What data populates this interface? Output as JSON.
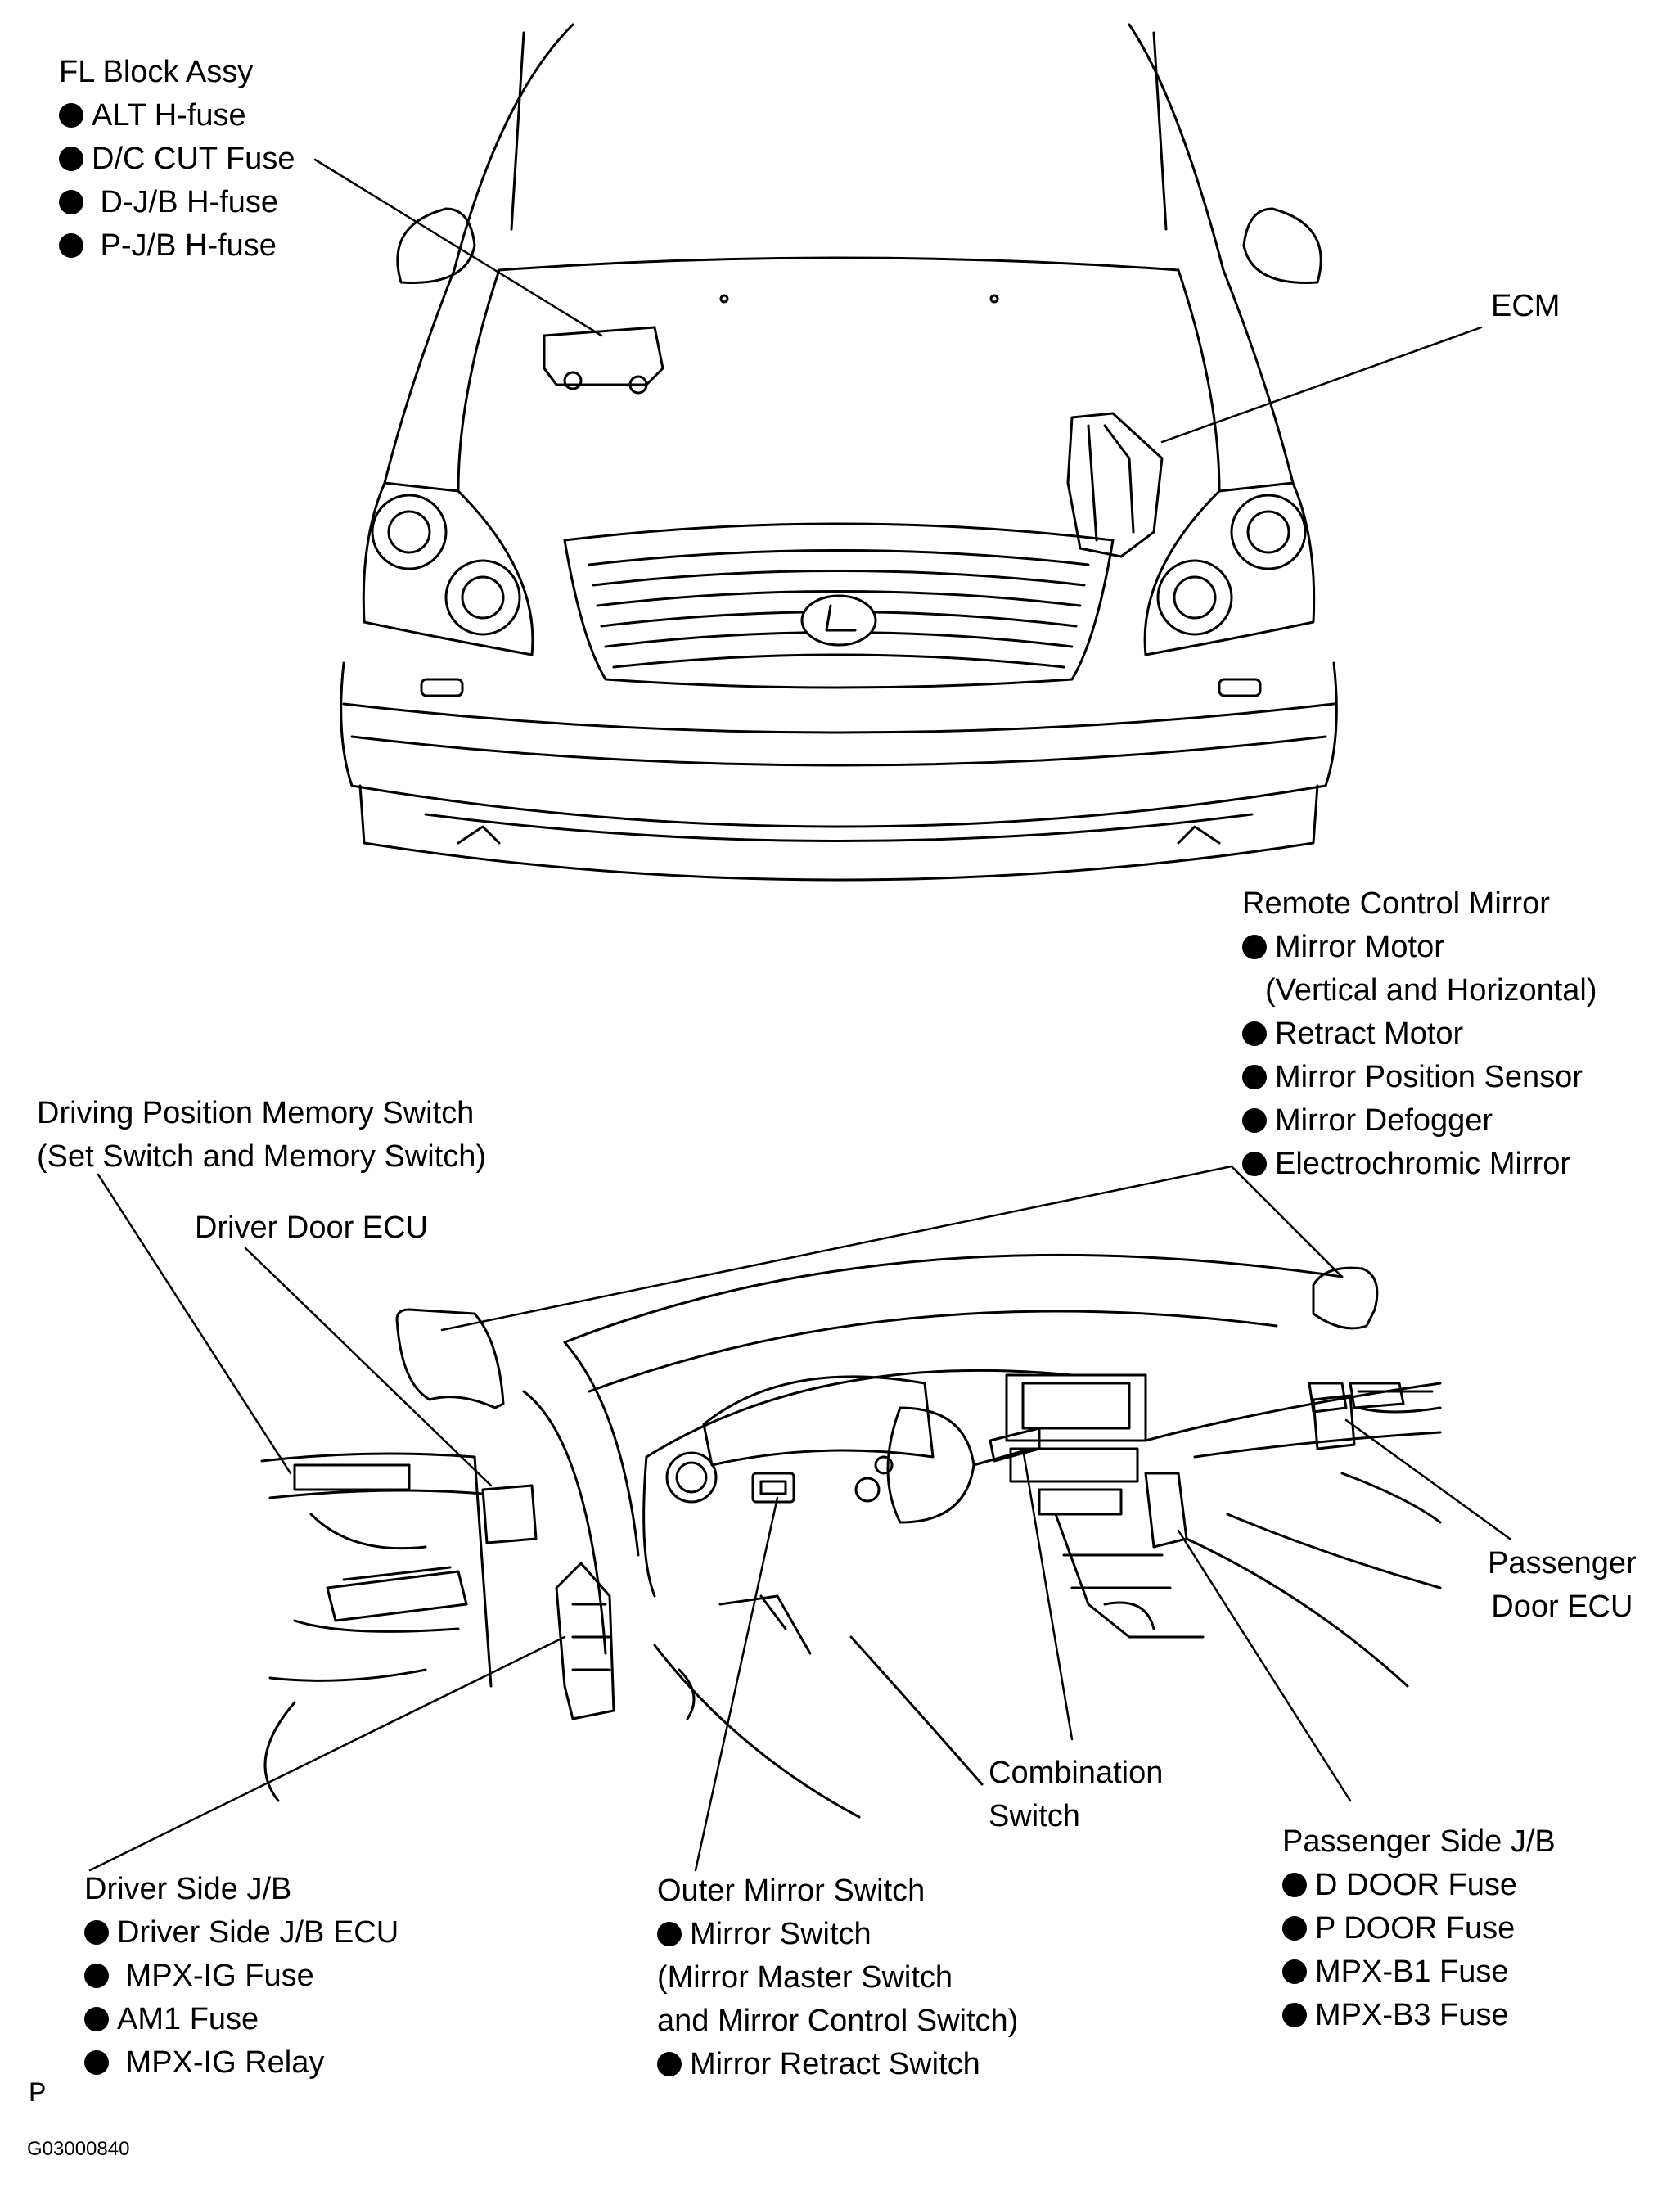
{
  "fl_block": {
    "title": "FL Block Assy",
    "items": [
      "ALT  H-fuse",
      "D/C CUT Fuse",
      " D-J/B  H-fuse",
      " P-J/B  H-fuse"
    ]
  },
  "ecm": {
    "title": "ECM"
  },
  "remote_mirror": {
    "title": "Remote Control Mirror",
    "item1": "Mirror Motor",
    "item1_cont": "(Vertical and Horizontal)",
    "item2": "Retract Motor",
    "item3": "Mirror Position Sensor",
    "item4": "Mirror Defogger",
    "item5": "Electrochromic Mirror"
  },
  "memory_switch": {
    "line1": "Driving Position Memory Switch",
    "line2": "(Set Switch and Memory Switch)"
  },
  "driver_door_ecu": {
    "title": "Driver Door ECU"
  },
  "passenger_door_ecu": {
    "line1": "Passenger",
    "line2": "Door ECU"
  },
  "combination_switch": {
    "line1": "Combination",
    "line2": "Switch"
  },
  "passenger_jb": {
    "title": "Passenger Side J/B",
    "items": [
      "D DOOR Fuse",
      "P DOOR Fuse",
      "MPX-B1 Fuse",
      "MPX-B3 Fuse"
    ]
  },
  "driver_jb": {
    "title": "Driver Side J/B",
    "items": [
      "Driver Side J/B ECU",
      " MPX-IG Fuse",
      "AM1 Fuse",
      " MPX-IG Relay"
    ]
  },
  "outer_mirror": {
    "title": "Outer Mirror Switch",
    "item1": "Mirror Switch",
    "item1_cont1": "(Mirror Master Switch",
    "item1_cont2": "and Mirror Control Switch)",
    "item2": "Mirror Retract Switch"
  },
  "footer": {
    "page_letter": "P",
    "figure_code": "G03000840"
  }
}
